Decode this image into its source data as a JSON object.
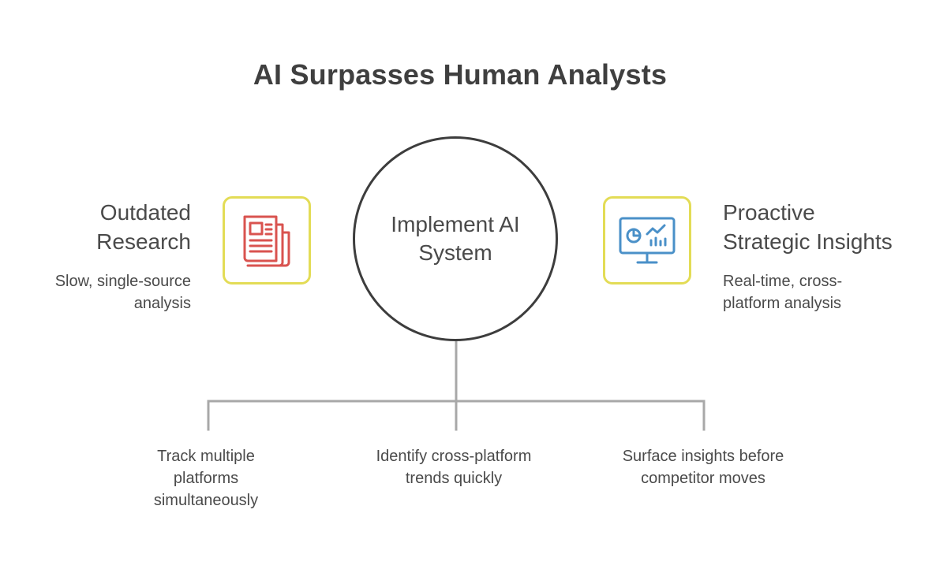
{
  "title": "AI Surpasses Human Analysts",
  "center": {
    "line1": "Implement AI",
    "line2": "System"
  },
  "left": {
    "title_line1": "Outdated",
    "title_line2": "Research",
    "desc_line1": "Slow, single-source",
    "desc_line2": "analysis",
    "icon": "newspaper-icon",
    "icon_color": "#d9534f"
  },
  "right": {
    "title_line1": "Proactive",
    "title_line2": "Strategic Insights",
    "desc_line1": "Real-time, cross-",
    "desc_line2": "platform analysis",
    "icon": "monitor-analytics-icon",
    "icon_color": "#4a90c8"
  },
  "outcomes": [
    {
      "lines": [
        "Track multiple",
        "platforms",
        "simultaneously"
      ]
    },
    {
      "lines": [
        "Identify cross-platform",
        "trends quickly"
      ]
    },
    {
      "lines": [
        "Surface insights before",
        "competitor moves"
      ]
    }
  ],
  "colors": {
    "icon_box_border": "#e3dc56",
    "circle_border": "#3d3d3d",
    "connector": "#a8a8a8",
    "text": "#4a4a4a"
  }
}
